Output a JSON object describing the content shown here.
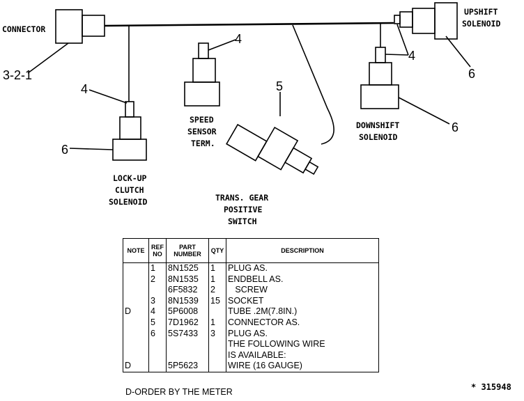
{
  "labels": {
    "connector": "CONNECTOR",
    "upshift": [
      "UPSHIFT",
      "SOLENOID"
    ],
    "speed_sensor": [
      "SPEED",
      "SENSOR",
      "TERM."
    ],
    "downshift": [
      "DOWNSHIFT",
      "SOLENOID"
    ],
    "lockup": [
      "LOCK-UP",
      "CLUTCH",
      "SOLENOID"
    ],
    "gear_switch": [
      "TRANS. GEAR",
      "POSITIVE",
      "SWITCH"
    ]
  },
  "callouts": {
    "connector_ref": "3-2-1",
    "speed_ref": "4",
    "downshift_plug_ref": "4",
    "lockup_plug_ref": "4",
    "gear_switch_ref": "5",
    "upshift_ref": "6",
    "downshift_ref": "6",
    "lockup_ref": "6"
  },
  "parts_table": {
    "headers": {
      "note": "NOTE",
      "ref": "REF NO",
      "part": "PART NUMBER",
      "qty": "QTY",
      "desc": "DESCRIPTION"
    },
    "rows": [
      {
        "note": "",
        "ref": "1",
        "part": "8N1525",
        "qty": "1",
        "desc": "PLUG AS."
      },
      {
        "note": "",
        "ref": "2",
        "part": "8N1535",
        "qty": "1",
        "desc": "ENDBELL AS."
      },
      {
        "note": "",
        "ref": "",
        "part": "6F5832",
        "qty": "2",
        "desc": "   SCREW"
      },
      {
        "note": "",
        "ref": "3",
        "part": "8N1539",
        "qty": "15",
        "desc": "SOCKET"
      },
      {
        "note": "D",
        "ref": "4",
        "part": "5P6008",
        "qty": "",
        "desc": "TUBE .2M(7.8IN.)"
      },
      {
        "note": "",
        "ref": "5",
        "part": "7D1962",
        "qty": "1",
        "desc": "CONNECTOR AS."
      },
      {
        "note": "",
        "ref": "6",
        "part": "5S7433",
        "qty": "3",
        "desc": "PLUG AS."
      },
      {
        "note": "",
        "ref": "",
        "part": "",
        "qty": "",
        "desc": "THE FOLLOWING WIRE"
      },
      {
        "note": "",
        "ref": "",
        "part": "",
        "qty": "",
        "desc": "IS AVAILABLE:"
      },
      {
        "note": "D",
        "ref": "",
        "part": "5P5623",
        "qty": "",
        "desc": "WIRE (16 GAUGE)"
      }
    ]
  },
  "footnote": "D-ORDER BY THE METER",
  "doc_number": "* 315948"
}
